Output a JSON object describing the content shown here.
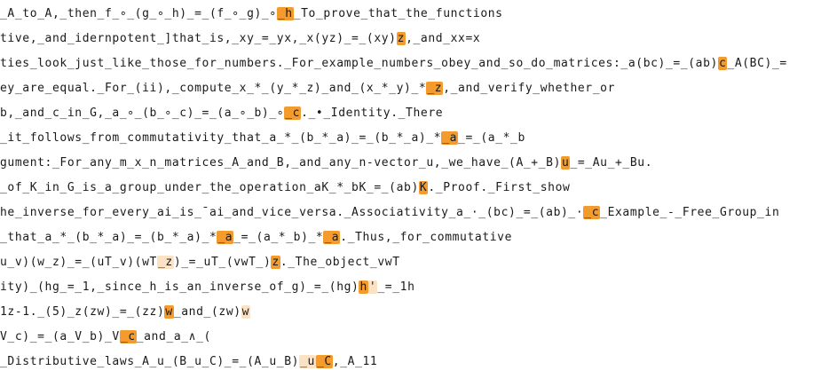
{
  "colors": {
    "strong": "#f39b2d",
    "medium": "#f7bf7a",
    "light": "#fbe2c4",
    "text": "#1a1a1a"
  },
  "lines": [
    {
      "segments": [
        {
          "text": "_A_to_A,_then_f_∘_(g_∘_h)_=_(f_∘_g)_∘"
        },
        {
          "text": "_h",
          "hl": "strong"
        },
        {
          "text": "_To_prove_that_the_functions"
        }
      ]
    },
    {
      "segments": [
        {
          "text": "tive,_and_idernpotent_]that_is,_xy_=_yx,_x(yz)_=_(xy)"
        },
        {
          "text": "z",
          "hl": "strong"
        },
        {
          "text": ",_and_xx=x"
        }
      ]
    },
    {
      "segments": [
        {
          "text": "ties_look_just_like_those_for_numbers._For_example_numbers_obey_and_so_do_matrices:_a(bc)_=_(ab)"
        },
        {
          "text": "c",
          "hl": "strong"
        },
        {
          "text": "_A(BC)_="
        }
      ]
    },
    {
      "segments": [
        {
          "text": "ey_are_equal._For_(ii),_compute_x_*_(y_*_z)_and_(x_*_y)_*"
        },
        {
          "text": "_z",
          "hl": "strong"
        },
        {
          "text": ",_and_verify_whether_or"
        }
      ]
    },
    {
      "segments": [
        {
          "text": "b,_and_c_in_G,_a_∘_(b_∘_c)_=_(a_∘_b)_∘"
        },
        {
          "text": "_c",
          "hl": "strong"
        },
        {
          "text": "._•_Identity._There"
        }
      ]
    },
    {
      "segments": [
        {
          "text": "_it_follows_from_commutativity_that_a_*_(b_*_a)_=_(b_*_a)_*"
        },
        {
          "text": "_a",
          "hl": "strong"
        },
        {
          "text": "_=_(a_*_b"
        }
      ]
    },
    {
      "segments": [
        {
          "text": "gument:_For_any_m_x_n_matrices_A_and_B,_and_any_n-vector_u,_we_have_(A_+_B)"
        },
        {
          "text": "u",
          "hl": "strong"
        },
        {
          "text": "_=_Au_+_Bu."
        }
      ]
    },
    {
      "segments": [
        {
          "text": "_of_K_in_G_is_a_group_under_the_operation_aK_*_bK_=_(ab)"
        },
        {
          "text": "K",
          "hl": "strong"
        },
        {
          "text": "._Proof._First_show"
        }
      ]
    },
    {
      "segments": [
        {
          "text": "he_inverse_for_every_ai_is_¯ai_and_vice_versa._Associativity_a_·_(bc)_=_(ab)_·"
        },
        {
          "text": "_c",
          "hl": "strong"
        },
        {
          "text": "_Example_-_Free_Group_in"
        }
      ]
    },
    {
      "segments": [
        {
          "text": "_that_a_*_(b_*_a)_=_(b_*_a)_*"
        },
        {
          "text": "_a",
          "hl": "strong"
        },
        {
          "text": "_=_(a_*_b)_*"
        },
        {
          "text": "_a",
          "hl": "strong"
        },
        {
          "text": "._Thus,_for_commutative"
        }
      ]
    },
    {
      "segments": [
        {
          "text": "u_v)(w_z)_=_(uT_v)(wT"
        },
        {
          "text": "_z",
          "hl": "light"
        },
        {
          "text": ")_=_uT_(vwT_)"
        },
        {
          "text": "z",
          "hl": "strong"
        },
        {
          "text": "._The_object_vwT"
        }
      ]
    },
    {
      "segments": [
        {
          "text": "ity)_(hg_=_1,_since_h_is_an_inverse_of_g)_=_(hg)"
        },
        {
          "text": "h",
          "hl": "strong"
        },
        {
          "text": "'",
          "hl": "light"
        },
        {
          "text": "_=_1h"
        }
      ]
    },
    {
      "segments": [
        {
          "text": "1z-1._(5)_z(zw)_=_(zz)"
        },
        {
          "text": "w",
          "hl": "strong"
        },
        {
          "text": "_and_(zw)"
        },
        {
          "text": "w",
          "hl": "light"
        }
      ]
    },
    {
      "segments": [
        {
          "text": "V_c)_=_(a_V_b)_V"
        },
        {
          "text": "_c",
          "hl": "strong"
        },
        {
          "text": "_and_a_∧_("
        }
      ]
    },
    {
      "segments": [
        {
          "text": "_Distributive_laws_A_u_(B_u_C)_=_(A_u_B)"
        },
        {
          "text": "_u",
          "hl": "light"
        },
        {
          "text": "_C",
          "hl": "strong"
        },
        {
          "text": ",_A_11"
        }
      ]
    }
  ]
}
